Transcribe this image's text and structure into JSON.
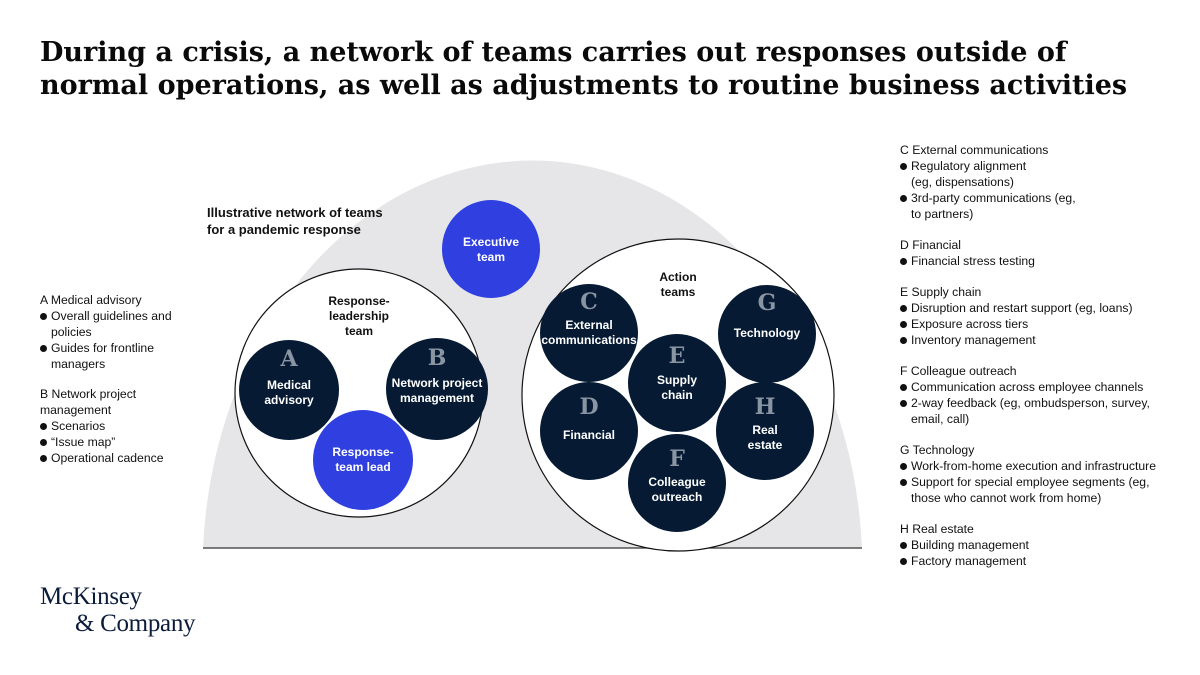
{
  "title": "During a crisis, a network of teams carries out responses outside of normal operations, as well as adjustments to routine business activities",
  "diagram": {
    "caption_lines": [
      "Illustrative network of teams",
      "for a pandemic response"
    ],
    "executive_team": [
      "Executive",
      "team"
    ],
    "response_leadership_label": [
      "Response-",
      "leadership",
      "team"
    ],
    "action_teams_label": [
      "Action",
      "teams"
    ],
    "response_team_lead": [
      "Response-",
      "team lead"
    ],
    "teams": [
      {
        "letter": "A",
        "label": [
          "Medical",
          "advisory"
        ]
      },
      {
        "letter": "B",
        "label": [
          "Network project",
          "management"
        ]
      },
      {
        "letter": "C",
        "label": [
          "External",
          "communications"
        ]
      },
      {
        "letter": "D",
        "label": [
          "Financial"
        ]
      },
      {
        "letter": "E",
        "label": [
          "Supply",
          "chain"
        ]
      },
      {
        "letter": "F",
        "label": [
          "Colleague",
          "outreach"
        ]
      },
      {
        "letter": "G",
        "label": [
          "Technology"
        ]
      },
      {
        "letter": "H",
        "label": [
          "Real",
          "estate"
        ]
      }
    ],
    "colors": {
      "background_arch": "#e6e6e8",
      "team_circle": "#061a33",
      "accent_blue": "#2f3fe0",
      "letter": "#8a95a3"
    }
  },
  "left_notes": [
    {
      "title": "A Medical advisory",
      "items": [
        "Overall guidelines and policies",
        "Guides for frontline managers"
      ]
    },
    {
      "title": "B Network project management",
      "items": [
        "Scenarios",
        "“Issue map”",
        "Operational cadence"
      ]
    }
  ],
  "right_notes": [
    {
      "title": "C External communications",
      "items": [
        "Regulatory alignment (eg, dispensations)",
        "3rd-party communications (eg, to partners)"
      ]
    },
    {
      "title": "D Financial",
      "items": [
        "Financial stress testing"
      ]
    },
    {
      "title": "E Supply chain",
      "items": [
        "Disruption and restart support (eg, loans)",
        "Exposure across tiers",
        "Inventory management"
      ]
    },
    {
      "title": "F Colleague outreach",
      "items": [
        "Communication across employee channels",
        "2-way feedback (eg, ombudsperson, survey, email, call)"
      ]
    },
    {
      "title": "G Technology",
      "items": [
        "Work-from-home execution and infrastructure",
        "Support for special employee segments (eg, those who cannot work from home)"
      ]
    },
    {
      "title": "H Real estate",
      "items": [
        "Building management",
        "Factory management"
      ]
    }
  ],
  "logo": [
    "McKinsey",
    "& Company"
  ]
}
